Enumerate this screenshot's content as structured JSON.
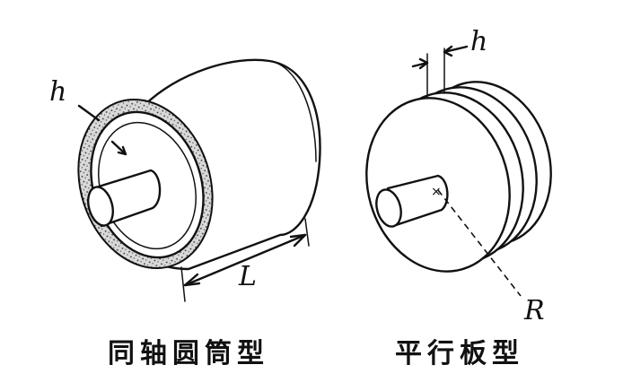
{
  "coaxial": {
    "label_gap": "h",
    "label_length": "L",
    "caption": "同轴圆筒型"
  },
  "parallel": {
    "label_gap": "h",
    "label_radius": "R",
    "caption": "平行板型"
  }
}
